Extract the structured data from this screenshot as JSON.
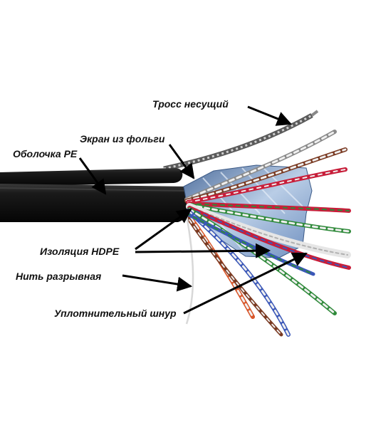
{
  "labels": {
    "messenger": "Тросс несущий",
    "foil_screen": "Экран из фольги",
    "pe_jacket": "Оболочка PE",
    "hdpe_insulation": "Изоляция HDPE",
    "rip_cord": "Нить разрывная",
    "filler_cord": "Уплотнительный шнур"
  },
  "colors": {
    "jacket": "#121212",
    "foil": "#8aa6c8",
    "arrow": "#000000",
    "pair_orange": "#d9562a",
    "pair_green": "#2f8a3a",
    "pair_blue": "#3a57b8",
    "pair_brown": "#7a3a22",
    "pair_red": "#c81e3a",
    "pair_white": "#efefef"
  }
}
